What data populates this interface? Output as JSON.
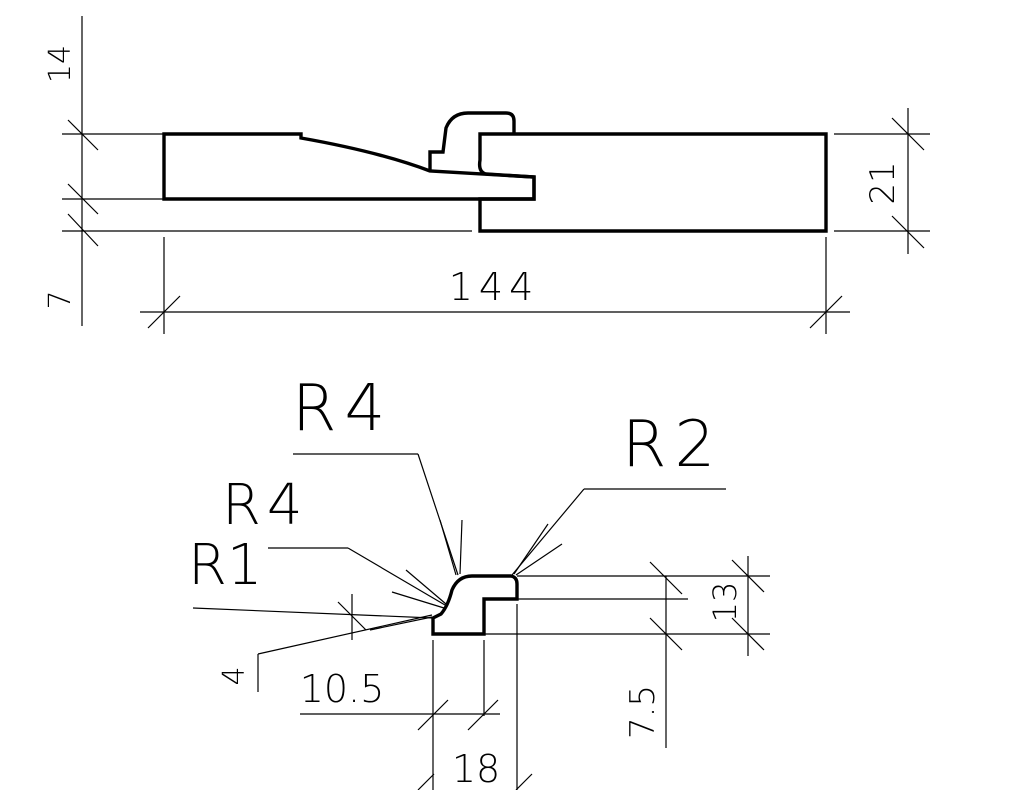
{
  "drawing": {
    "top_view": {
      "dim_height_upper": "14",
      "dim_height_lower": "7",
      "dim_thickness": "21",
      "dim_width": "144"
    },
    "detail_view": {
      "radius_top_left": "R4",
      "radius_left": "R4",
      "radius_right": "R2",
      "radius_small": "R1",
      "dim_step_height": "13",
      "dim_lower_height": "7.5",
      "dim_groove_height": "4",
      "dim_offset_width": "10.5",
      "dim_tongue_width": "18"
    }
  }
}
